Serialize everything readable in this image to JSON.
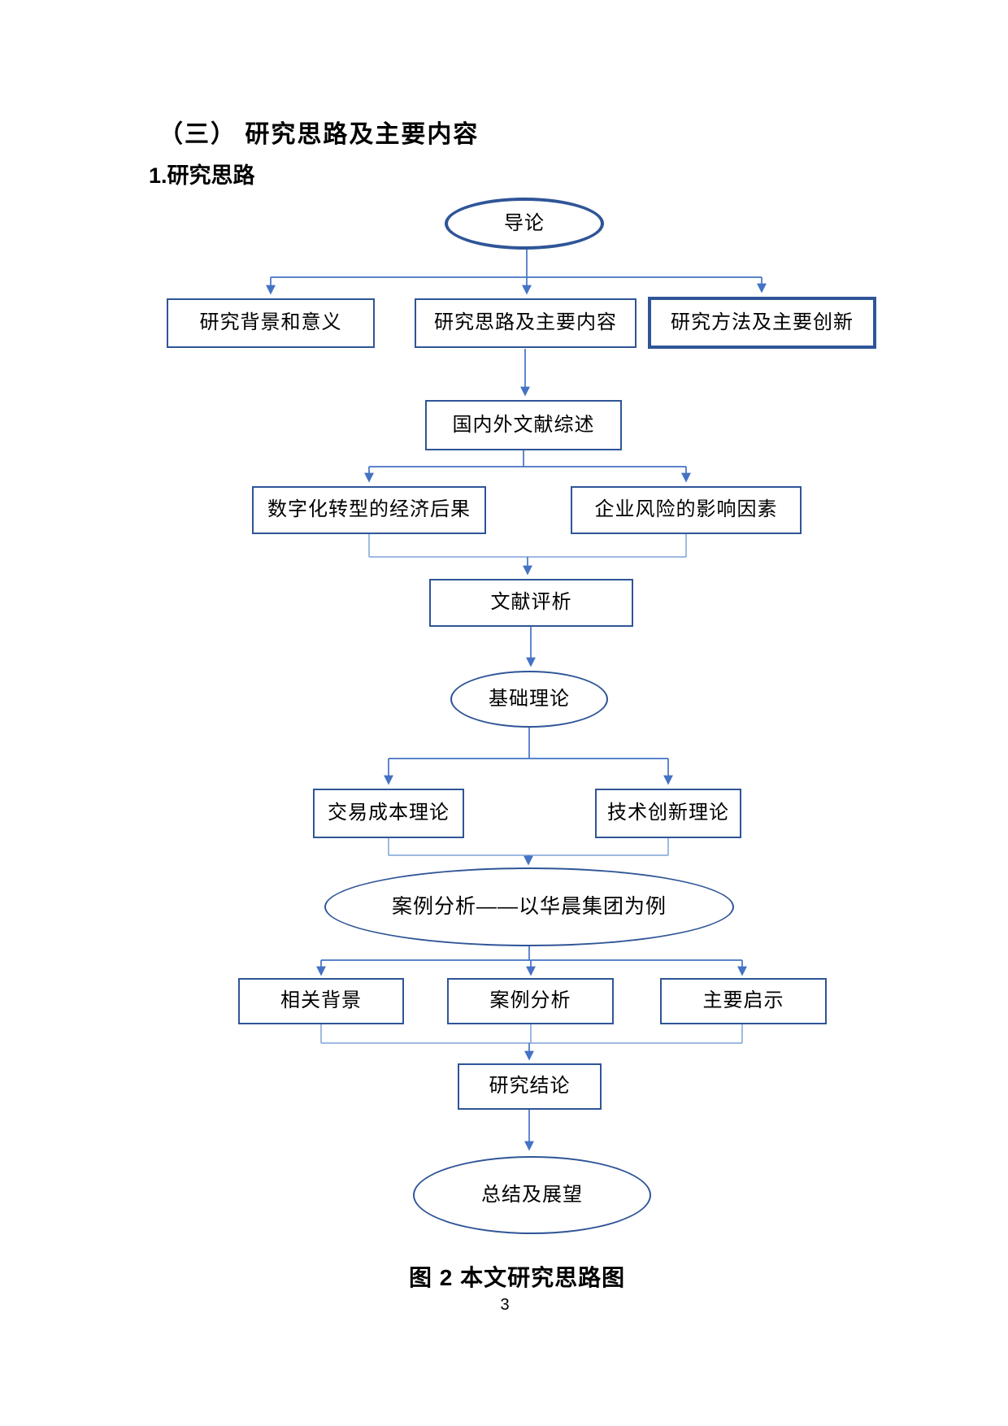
{
  "page": {
    "section_heading": "（三） 研究思路及主要内容",
    "subsection_heading": "1.研究思路",
    "figure_caption": "图 2 本文研究思路图",
    "page_number": "3"
  },
  "colors": {
    "node_border": "#2F5597",
    "connector_arrow": "#4472C4",
    "merge_line": "#7FA3D6",
    "text": "#000000"
  },
  "flowchart": {
    "nodes": [
      {
        "id": "intro",
        "label": "导论",
        "shape": "ellipse",
        "emphasis": true
      },
      {
        "id": "background",
        "label": "研究背景和意义",
        "shape": "rect",
        "emphasis": false
      },
      {
        "id": "ideas",
        "label": "研究思路及主要内容",
        "shape": "rect",
        "emphasis": false
      },
      {
        "id": "methods",
        "label": "研究方法及主要创新",
        "shape": "rect",
        "emphasis": true
      },
      {
        "id": "literature",
        "label": "国内外文献综述",
        "shape": "rect",
        "emphasis": false
      },
      {
        "id": "digital",
        "label": "数字化转型的经济后果",
        "shape": "rect",
        "emphasis": false
      },
      {
        "id": "risk",
        "label": "企业风险的影响因素",
        "shape": "rect",
        "emphasis": false
      },
      {
        "id": "review",
        "label": "文献评析",
        "shape": "rect",
        "emphasis": false
      },
      {
        "id": "theory",
        "label": "基础理论",
        "shape": "ellipse",
        "emphasis": false
      },
      {
        "id": "transaction",
        "label": "交易成本理论",
        "shape": "rect",
        "emphasis": false
      },
      {
        "id": "innovation",
        "label": "技术创新理论",
        "shape": "rect",
        "emphasis": false
      },
      {
        "id": "case",
        "label": "案例分析——以华晨集团为例",
        "shape": "ellipse",
        "emphasis": false
      },
      {
        "id": "context",
        "label": "相关背景",
        "shape": "rect",
        "emphasis": false
      },
      {
        "id": "analysis",
        "label": "案例分析",
        "shape": "rect",
        "emphasis": false
      },
      {
        "id": "implications",
        "label": "主要启示",
        "shape": "rect",
        "emphasis": false
      },
      {
        "id": "conclusion",
        "label": "研究结论",
        "shape": "rect",
        "emphasis": false
      },
      {
        "id": "summary",
        "label": "总结及展望",
        "shape": "ellipse",
        "emphasis": false
      }
    ],
    "edges": [
      {
        "from": "intro",
        "to": [
          "background",
          "ideas",
          "methods"
        ]
      },
      {
        "from": "ideas",
        "to": [
          "literature"
        ]
      },
      {
        "from": "literature",
        "to": [
          "digital",
          "risk"
        ]
      },
      {
        "from": "digital+risk",
        "to": [
          "review"
        ]
      },
      {
        "from": "review",
        "to": [
          "theory"
        ]
      },
      {
        "from": "theory",
        "to": [
          "transaction",
          "innovation"
        ]
      },
      {
        "from": "transaction+innovation",
        "to": [
          "case"
        ]
      },
      {
        "from": "case",
        "to": [
          "context",
          "analysis",
          "implications"
        ]
      },
      {
        "from": "context+analysis+implications",
        "to": [
          "conclusion"
        ]
      },
      {
        "from": "conclusion",
        "to": [
          "summary"
        ]
      }
    ]
  }
}
